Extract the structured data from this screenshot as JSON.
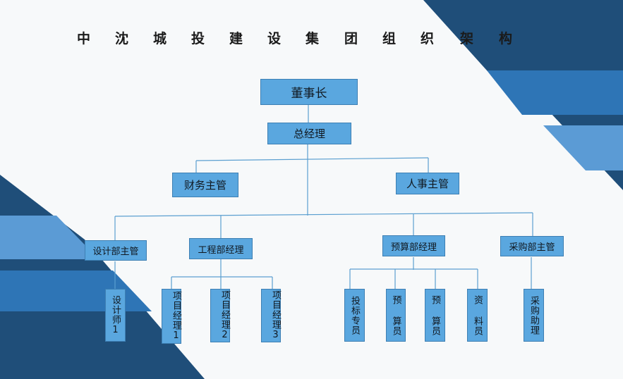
{
  "title_chars": [
    "中",
    "沈",
    "城",
    "投",
    "建",
    "设",
    "集",
    "团",
    "组",
    "织",
    "架",
    "构"
  ],
  "nodes": {
    "chairman": "董事长",
    "gm": "总经理",
    "finance": "财务主管",
    "hr": "人事主管",
    "design_head": "设计部主管",
    "eng_head": "工程部经理",
    "budget_head": "预算部经理",
    "purchase_head": "采购部主管",
    "designer1": "设计师1",
    "pm1": "项目经理1",
    "pm2": "项目经理2",
    "pm3": "项目经理3",
    "bid_specialist": "投标专员",
    "budget_clerk1": "预 算员",
    "budget_clerk2": "预 算员",
    "data_clerk": "资 料员",
    "purchase_assistant": "采购助理"
  },
  "colors": {
    "node_fill": "#5aa7df",
    "node_border": "#3d7fb3",
    "line": "#5b9fd0",
    "dark_blue": "#1f4e79",
    "mid_blue": "#2e75b6",
    "light_blue": "#5b9bd5"
  }
}
